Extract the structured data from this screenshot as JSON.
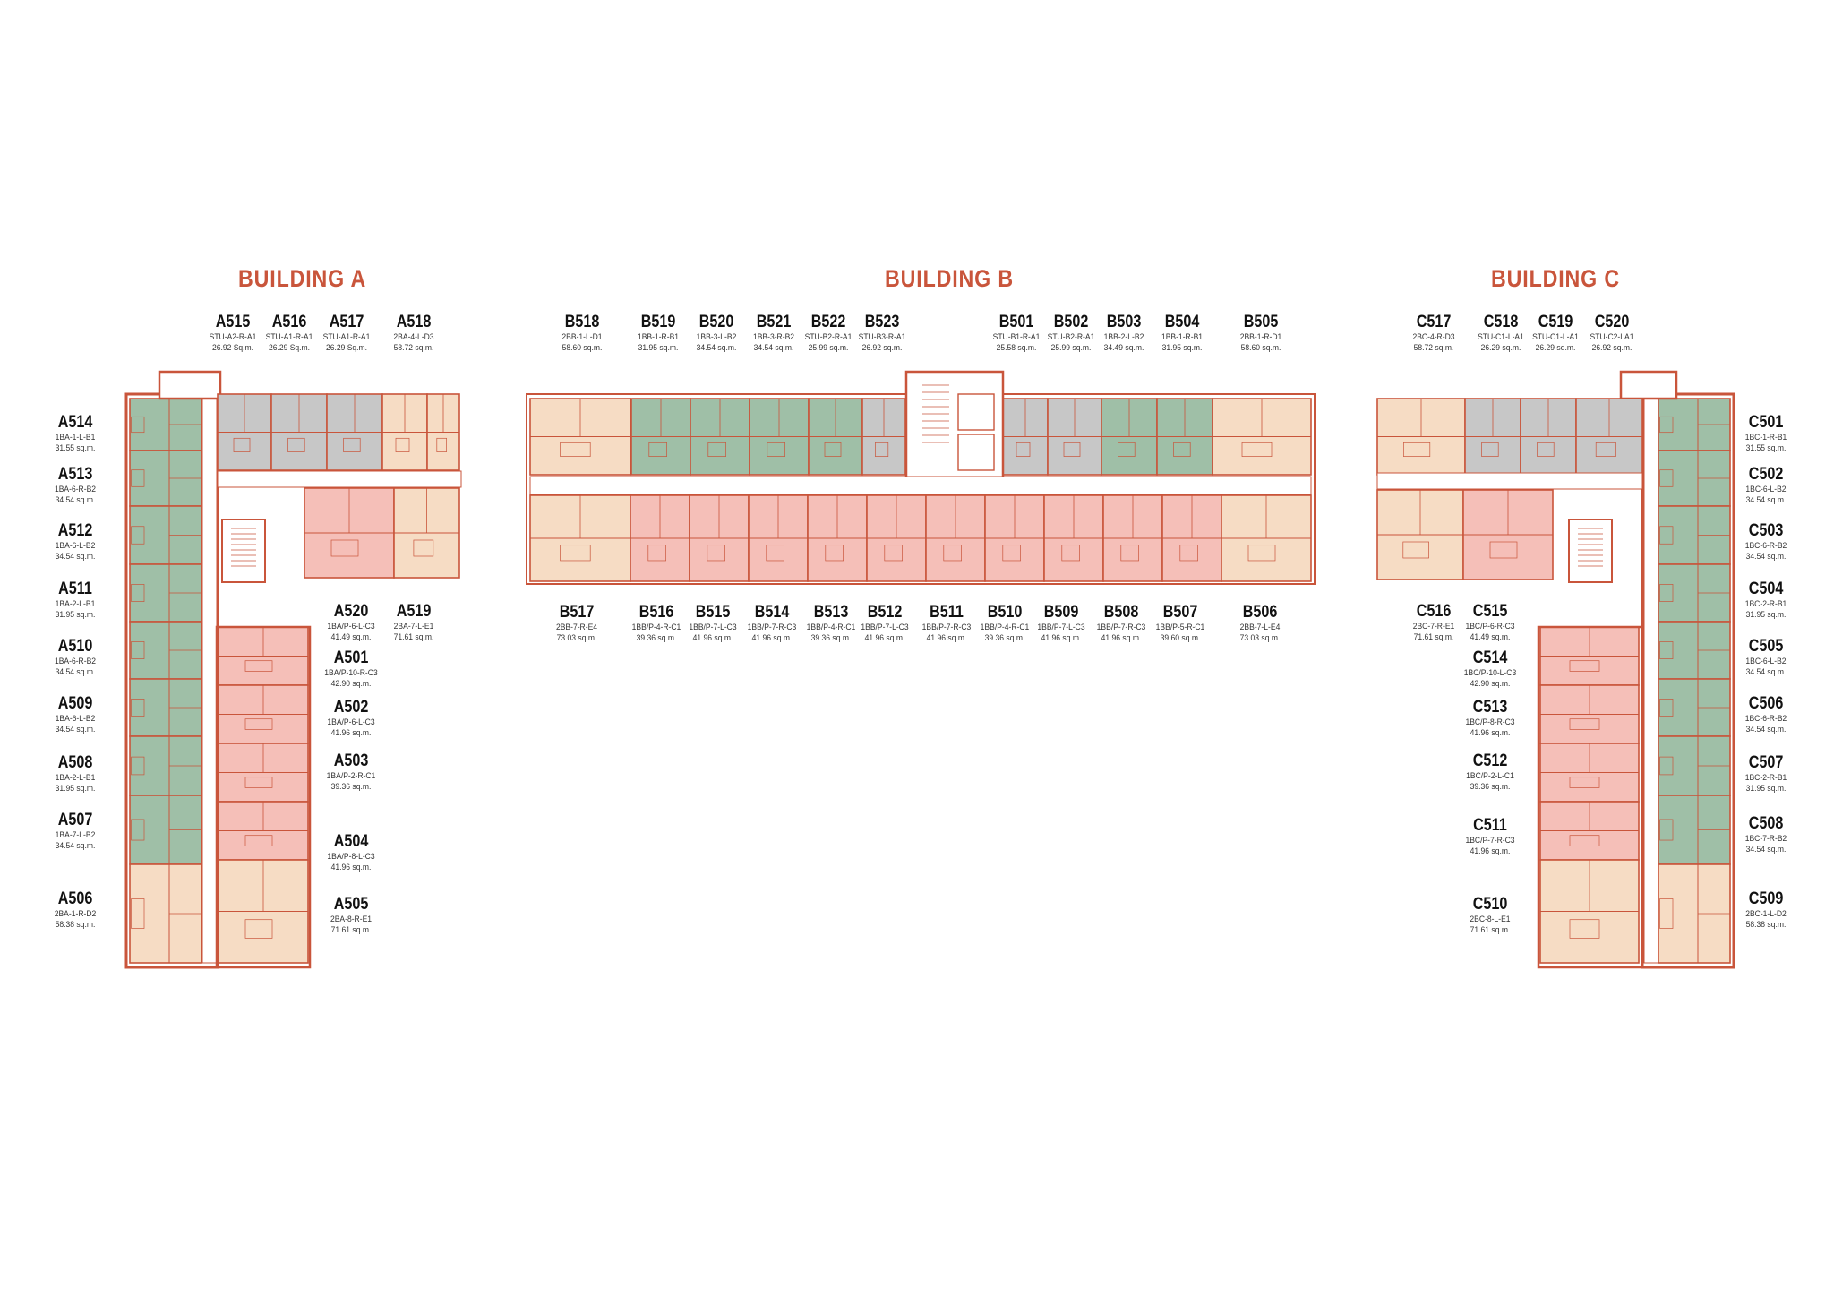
{
  "colors": {
    "accent": "#c9553b",
    "wall": "#c9553b",
    "type_1bed": "#9fbfa7",
    "type_2bed": "#f6dcc4",
    "type_studio": "#c7c7c7",
    "type_1bed_plus": "#f5bfb8",
    "corridor": "#ffffff"
  },
  "buildings": {
    "a": {
      "title": "BUILDING A"
    },
    "b": {
      "title": "BUILDING B"
    },
    "c": {
      "title": "BUILDING C"
    }
  },
  "units": [
    {
      "code": "A515",
      "type": "STU-A2-R-A1",
      "area": "26.92 Sq.m.",
      "plan_color": "type_studio"
    },
    {
      "code": "A516",
      "type": "STU-A1-R-A1",
      "area": "26.29 Sq.m.",
      "plan_color": "type_studio"
    },
    {
      "code": "A517",
      "type": "STU-A1-R-A1",
      "area": "26.29 Sq.m.",
      "plan_color": "type_studio"
    },
    {
      "code": "A518",
      "type": "2BA-4-L-D3",
      "area": "58.72 sq.m.",
      "plan_color": "type_2bed"
    },
    {
      "code": "A514",
      "type": "1BA-1-L-B1",
      "area": "31.55 sq.m.",
      "plan_color": "type_1bed"
    },
    {
      "code": "A513",
      "type": "1BA-6-R-B2",
      "area": "34.54 sq.m.",
      "plan_color": "type_1bed"
    },
    {
      "code": "A512",
      "type": "1BA-6-L-B2",
      "area": "34.54 sq.m.",
      "plan_color": "type_1bed"
    },
    {
      "code": "A511",
      "type": "1BA-2-L-B1",
      "area": "31.95 sq.m.",
      "plan_color": "type_1bed"
    },
    {
      "code": "A510",
      "type": "1BA-6-R-B2",
      "area": "34.54 sq.m.",
      "plan_color": "type_1bed"
    },
    {
      "code": "A509",
      "type": "1BA-6-L-B2",
      "area": "34.54 sq.m.",
      "plan_color": "type_1bed"
    },
    {
      "code": "A508",
      "type": "1BA-2-L-B1",
      "area": "31.95 sq.m.",
      "plan_color": "type_1bed"
    },
    {
      "code": "A507",
      "type": "1BA-7-L-B2",
      "area": "34.54 sq.m.",
      "plan_color": "type_1bed"
    },
    {
      "code": "A506",
      "type": "2BA-1-R-D2",
      "area": "58.38 sq.m.",
      "plan_color": "type_2bed"
    },
    {
      "code": "A520",
      "type": "1BA/P-6-L-C3",
      "area": "41.49 sq.m.",
      "plan_color": "type_1bed_plus"
    },
    {
      "code": "A519",
      "type": "2BA-7-L-E1",
      "area": "71.61 sq.m.",
      "plan_color": "type_2bed"
    },
    {
      "code": "A501",
      "type": "1BA/P-10-R-C3",
      "area": "42.90 sq.m.",
      "plan_color": "type_1bed_plus"
    },
    {
      "code": "A502",
      "type": "1BA/P-6-L-C3",
      "area": "41.96 sq.m.",
      "plan_color": "type_1bed_plus"
    },
    {
      "code": "A503",
      "type": "1BA/P-2-R-C1",
      "area": "39.36 sq.m.",
      "plan_color": "type_1bed_plus"
    },
    {
      "code": "A504",
      "type": "1BA/P-8-L-C3",
      "area": "41.96 sq.m.",
      "plan_color": "type_1bed_plus"
    },
    {
      "code": "A505",
      "type": "2BA-8-R-E1",
      "area": "71.61 sq.m.",
      "plan_color": "type_2bed"
    },
    {
      "code": "B518",
      "type": "2BB-1-L-D1",
      "area": "58.60 sq.m.",
      "plan_color": "type_2bed"
    },
    {
      "code": "B519",
      "type": "1BB-1-R-B1",
      "area": "31.95 sq.m.",
      "plan_color": "type_1bed"
    },
    {
      "code": "B520",
      "type": "1BB-3-L-B2",
      "area": "34.54 sq.m.",
      "plan_color": "type_1bed"
    },
    {
      "code": "B521",
      "type": "1BB-3-R-B2",
      "area": "34.54 sq.m.",
      "plan_color": "type_1bed"
    },
    {
      "code": "B522",
      "type": "STU-B2-R-A1",
      "area": "25.99 sq.m.",
      "plan_color": "type_1bed"
    },
    {
      "code": "B523",
      "type": "STU-B3-R-A1",
      "area": "26.92 sq.m.",
      "plan_color": "type_studio"
    },
    {
      "code": "B501",
      "type": "STU-B1-R-A1",
      "area": "25.58 sq.m.",
      "plan_color": "type_studio"
    },
    {
      "code": "B502",
      "type": "STU-B2-R-A1",
      "area": "25.99 sq.m.",
      "plan_color": "type_studio"
    },
    {
      "code": "B503",
      "type": "1BB-2-L-B2",
      "area": "34.49 sq.m.",
      "plan_color": "type_1bed"
    },
    {
      "code": "B504",
      "type": "1BB-1-R-B1",
      "area": "31.95 sq.m.",
      "plan_color": "type_1bed"
    },
    {
      "code": "B505",
      "type": "2BB-1-R-D1",
      "area": "58.60 sq.m.",
      "plan_color": "type_2bed"
    },
    {
      "code": "B517",
      "type": "2BB-7-R-E4",
      "area": "73.03 sq.m.",
      "plan_color": "type_2bed"
    },
    {
      "code": "B516",
      "type": "1BB/P-4-R-C1",
      "area": "39.36 sq.m.",
      "plan_color": "type_1bed_plus"
    },
    {
      "code": "B515",
      "type": "1BB/P-7-L-C3",
      "area": "41.96 sq.m.",
      "plan_color": "type_1bed_plus"
    },
    {
      "code": "B514",
      "type": "1BB/P-7-R-C3",
      "area": "41.96 sq.m.",
      "plan_color": "type_1bed_plus"
    },
    {
      "code": "B513",
      "type": "1BB/P-4-R-C1",
      "area": "39.36 sq.m.",
      "plan_color": "type_1bed_plus"
    },
    {
      "code": "B512",
      "type": "1BB/P-7-L-C3",
      "area": "41.96 sq.m.",
      "plan_color": "type_1bed_plus"
    },
    {
      "code": "B511",
      "type": "1BB/P-7-R-C3",
      "area": "41.96 sq.m.",
      "plan_color": "type_1bed_plus"
    },
    {
      "code": "B510",
      "type": "1BB/P-4-R-C1",
      "area": "39.36 sq.m.",
      "plan_color": "type_1bed_plus"
    },
    {
      "code": "B509",
      "type": "1BB/P-7-L-C3",
      "area": "41.96 sq.m.",
      "plan_color": "type_1bed_plus"
    },
    {
      "code": "B508",
      "type": "1BB/P-7-R-C3",
      "area": "41.96 sq.m.",
      "plan_color": "type_1bed_plus"
    },
    {
      "code": "B507",
      "type": "1BB/P-5-R-C1",
      "area": "39.60 sq.m.",
      "plan_color": "type_1bed_plus"
    },
    {
      "code": "B506",
      "type": "2BB-7-L-E4",
      "area": "73.03 sq.m.",
      "plan_color": "type_2bed"
    },
    {
      "code": "C517",
      "type": "2BC-4-R-D3",
      "area": "58.72 sq.m.",
      "plan_color": "type_2bed"
    },
    {
      "code": "C518",
      "type": "STU-C1-L-A1",
      "area": "26.29 sq.m.",
      "plan_color": "type_studio"
    },
    {
      "code": "C519",
      "type": "STU-C1-L-A1",
      "area": "26.29 sq.m.",
      "plan_color": "type_studio"
    },
    {
      "code": "C520",
      "type": "STU-C2-LA1",
      "area": "26.92 sq.m.",
      "plan_color": "type_studio"
    },
    {
      "code": "C501",
      "type": "1BC-1-R-B1",
      "area": "31.55 sq.m.",
      "plan_color": "type_1bed"
    },
    {
      "code": "C502",
      "type": "1BC-6-L-B2",
      "area": "34.54 sq.m.",
      "plan_color": "type_1bed"
    },
    {
      "code": "C503",
      "type": "1BC-6-R-B2",
      "area": "34.54 sq.m.",
      "plan_color": "type_1bed"
    },
    {
      "code": "C504",
      "type": "1BC-2-R-B1",
      "area": "31.95 sq.m.",
      "plan_color": "type_1bed"
    },
    {
      "code": "C505",
      "type": "1BC-6-L-B2",
      "area": "34.54 sq.m.",
      "plan_color": "type_1bed"
    },
    {
      "code": "C506",
      "type": "1BC-6-R-B2",
      "area": "34.54 sq.m.",
      "plan_color": "type_1bed"
    },
    {
      "code": "C507",
      "type": "1BC-2-R-B1",
      "area": "31.95 sq.m.",
      "plan_color": "type_1bed"
    },
    {
      "code": "C508",
      "type": "1BC-7-R-B2",
      "area": "34.54 sq.m.",
      "plan_color": "type_1bed"
    },
    {
      "code": "C509",
      "type": "2BC-1-L-D2",
      "area": "58.38 sq.m.",
      "plan_color": "type_2bed"
    },
    {
      "code": "C516",
      "type": "2BC-7-R-E1",
      "area": "71.61 sq.m.",
      "plan_color": "type_2bed"
    },
    {
      "code": "C515",
      "type": "1BC/P-6-R-C3",
      "area": "41.49 sq.m.",
      "plan_color": "type_1bed_plus"
    },
    {
      "code": "C514",
      "type": "1BC/P-10-L-C3",
      "area": "42.90 sq.m.",
      "plan_color": "type_1bed_plus"
    },
    {
      "code": "C513",
      "type": "1BC/P-8-R-C3",
      "area": "41.96 sq.m.",
      "plan_color": "type_1bed_plus"
    },
    {
      "code": "C512",
      "type": "1BC/P-2-L-C1",
      "area": "39.36 sq.m.",
      "plan_color": "type_1bed_plus"
    },
    {
      "code": "C511",
      "type": "1BC/P-7-R-C3",
      "area": "41.96 sq.m.",
      "plan_color": "type_1bed_plus"
    },
    {
      "code": "C510",
      "type": "2BC-8-L-E1",
      "area": "71.61 sq.m.",
      "plan_color": "type_2bed"
    }
  ]
}
